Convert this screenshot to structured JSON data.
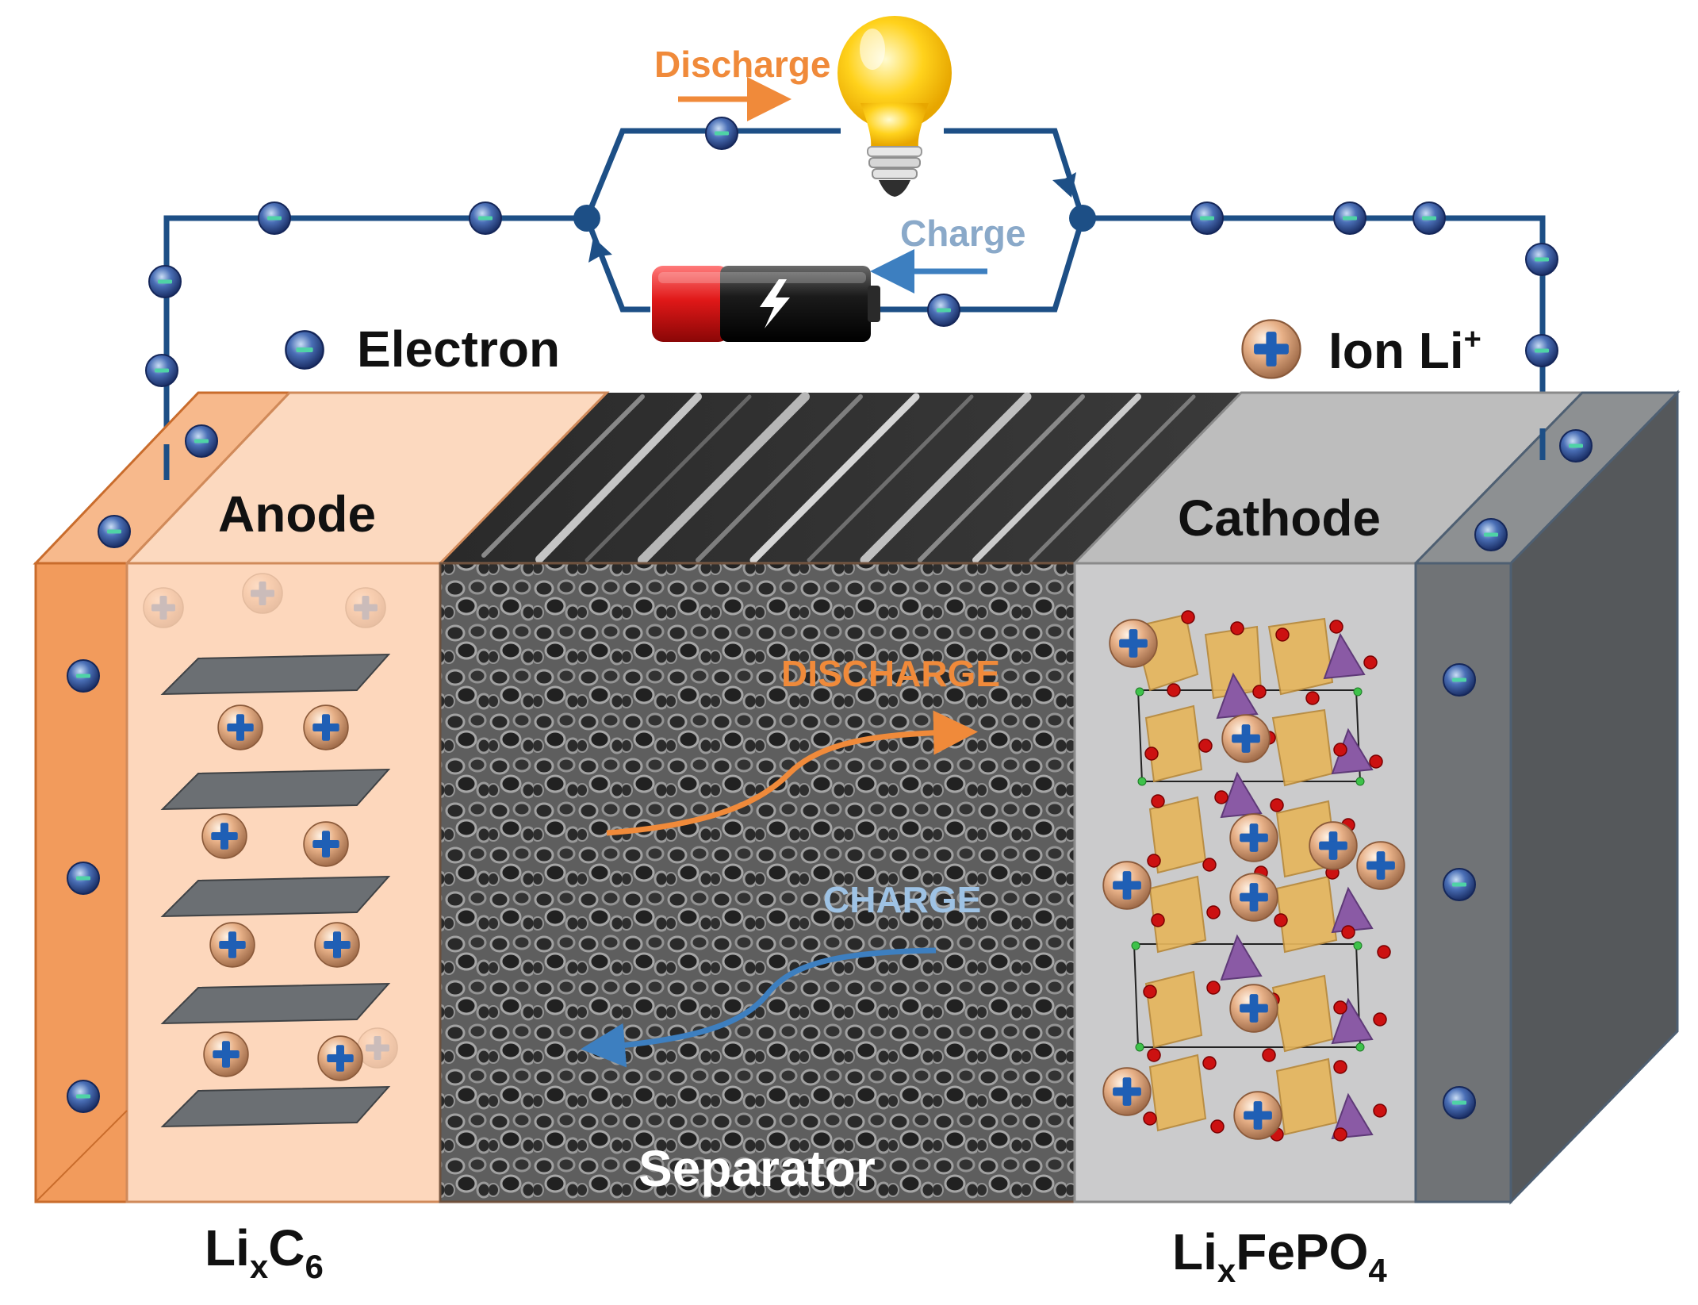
{
  "labels": {
    "discharge_top": "Discharge",
    "charge_top": "Charge",
    "electron": "Electron",
    "ion": "Ion Li",
    "ion_sup": "+",
    "anode": "Anode",
    "cathode": "Cathode",
    "separator": "Separator",
    "discharge_inner": "DISCHARGE",
    "charge_inner": "CHARGE",
    "anode_formula": {
      "base1": "Li",
      "sub1": "x",
      "base2": "C",
      "sub2": "6"
    },
    "cathode_formula": {
      "base1": "Li",
      "sub1": "x",
      "base2": "FePO",
      "sub2": "4"
    }
  },
  "colors": {
    "wire": "#1d4f86",
    "discharge": "#f08a3a",
    "charge": "#3d7fc0",
    "anode_collector": "#f29b5c",
    "anode_body": "#fdd7bc",
    "cathode_body": "#c9c9ca",
    "cathode_collector": "#6f7274",
    "separator": "#4a4a4a",
    "electron": "#2b4c8c",
    "ion": "#e7b087"
  },
  "icons": {
    "bulb": "light-bulb-icon",
    "battery": "battery-icon",
    "electron": "electron-icon",
    "ion": "lithium-ion-icon"
  }
}
